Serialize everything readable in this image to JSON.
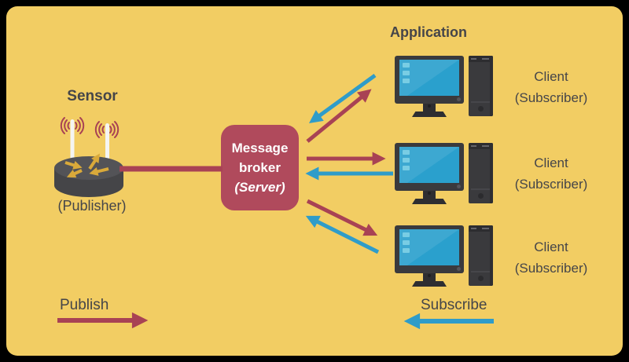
{
  "colors": {
    "background": "#000000",
    "canvas": "#f2cd63",
    "publish": "#a84254",
    "subscribe": "#2f9cc9",
    "broker_box": "#b04a5c",
    "text": "#454549",
    "broker_text": "#ffffff",
    "device_dark": "#3a3a3d",
    "screen_blue": "#2aa0cd",
    "router_arrow_gold": "#d9a93a",
    "antenna_white": "#f5f5f2"
  },
  "sensor": {
    "title": "Sensor",
    "subtitle": "(Publisher)"
  },
  "broker": {
    "line1": "Message",
    "line2": "broker",
    "line3": "(Server)"
  },
  "application": {
    "title": "Application"
  },
  "clients": [
    {
      "title": "Client",
      "subtitle": "(Subscriber)"
    },
    {
      "title": "Client",
      "subtitle": "(Subscriber)"
    },
    {
      "title": "Client",
      "subtitle": "(Subscriber)"
    }
  ],
  "legend": {
    "publish_label": "Publish",
    "subscribe_label": "Subscribe"
  },
  "connections": [
    {
      "from": "sensor",
      "to": "message-broker",
      "type": "publish"
    },
    {
      "from": "message-broker",
      "to": "client-1",
      "type": "publish"
    },
    {
      "from": "client-1",
      "to": "message-broker",
      "type": "subscribe"
    },
    {
      "from": "message-broker",
      "to": "client-2",
      "type": "publish"
    },
    {
      "from": "client-2",
      "to": "message-broker",
      "type": "subscribe"
    },
    {
      "from": "message-broker",
      "to": "client-3",
      "type": "publish"
    },
    {
      "from": "client-3",
      "to": "message-broker",
      "type": "subscribe"
    }
  ]
}
